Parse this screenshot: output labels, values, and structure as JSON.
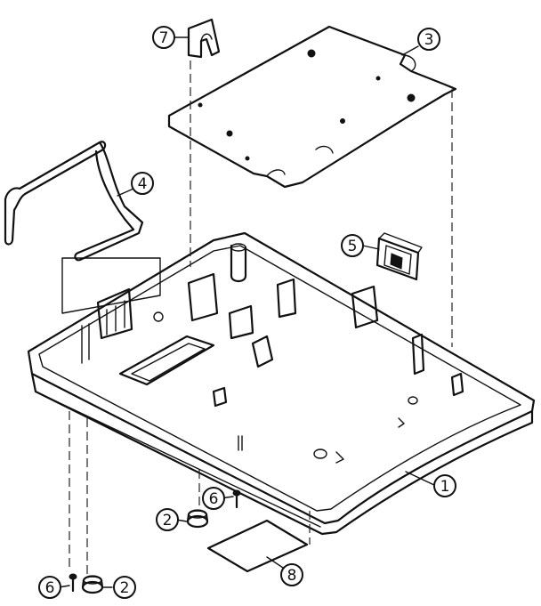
{
  "callouts": {
    "c1": "1",
    "c2a": "2",
    "c2b": "2",
    "c3": "3",
    "c4": "4",
    "c5": "5",
    "c6a": "6",
    "c6b": "6",
    "c7": "7",
    "c8": "8"
  },
  "colors": {
    "ink": "#111111",
    "paper": "#ffffff"
  }
}
